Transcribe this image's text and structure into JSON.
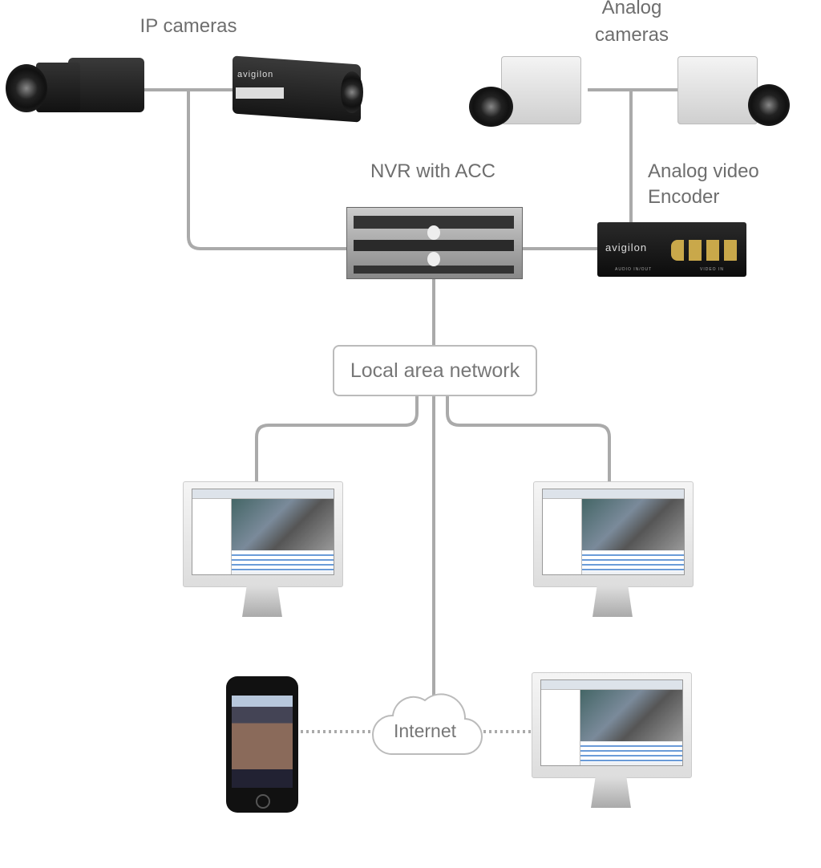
{
  "labels": {
    "ip_cameras": "IP cameras",
    "analog_cameras_line1": "Analog",
    "analog_cameras_line2": "cameras",
    "nvr": "NVR with ACC",
    "encoder_line1": "Analog video",
    "encoder_line2": "Encoder",
    "lan": "Local area network",
    "internet": "Internet"
  },
  "device_logos": {
    "ip_camera_2": "avigilon",
    "encoder": "avigilon",
    "encoder_audio": "AUDIO IN/OUT",
    "encoder_video": "VIDEO IN"
  },
  "colors": {
    "line": "#aaaaaa",
    "text": "#6e6e6e"
  }
}
